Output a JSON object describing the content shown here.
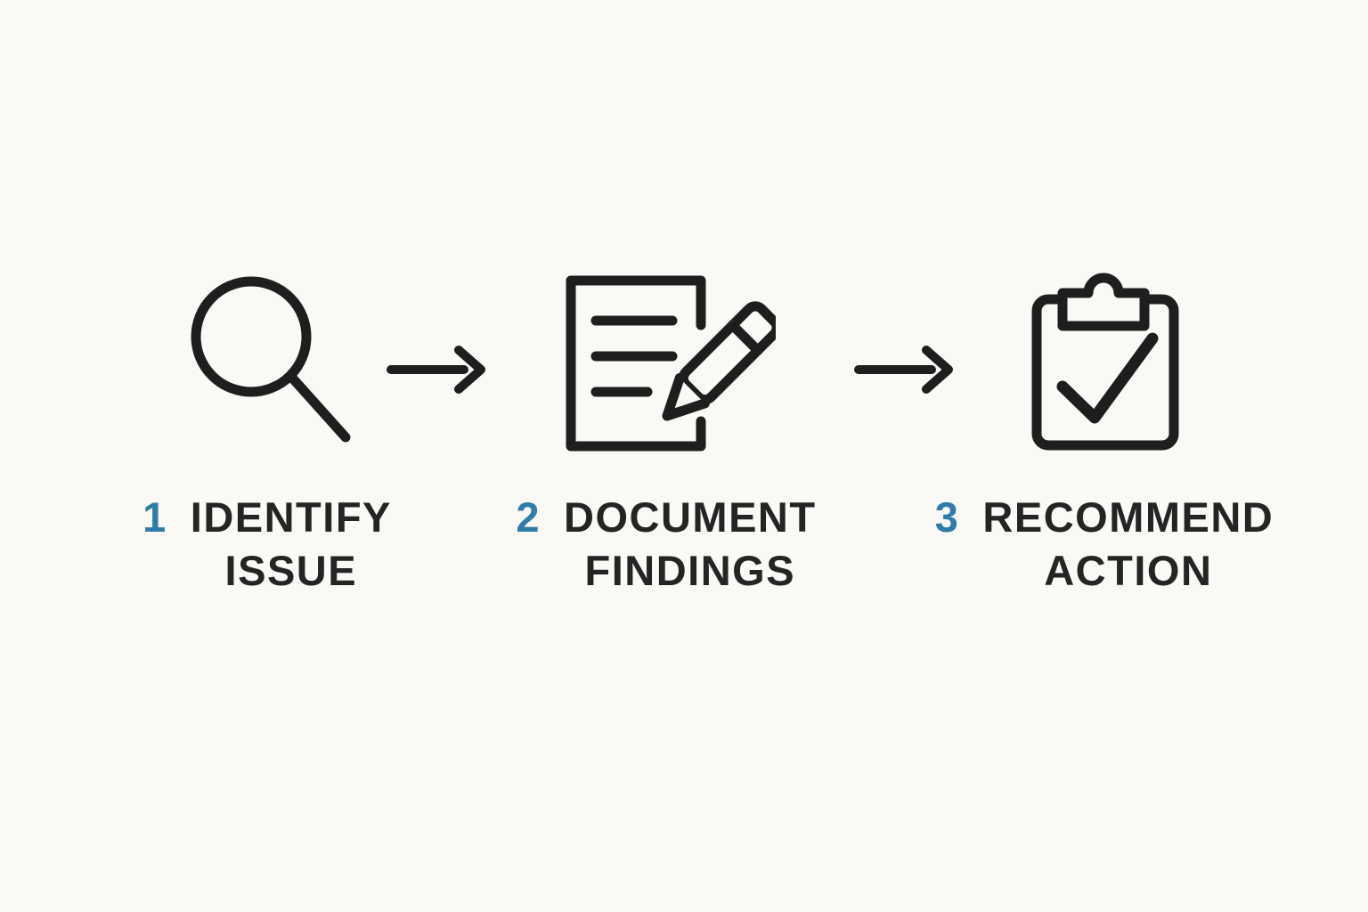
{
  "diagram": {
    "title": "three-step process flow",
    "background_color": "#FAF9F5",
    "icon_stroke_color": "#1E1E1E",
    "text_color": "#242424",
    "number_accent_color": "#2F7CA8",
    "steps": [
      {
        "number": "1",
        "label_line1": "IDENTIFY",
        "label_line2": "ISSUE",
        "icon": "magnifier-icon"
      },
      {
        "number": "2",
        "label_line1": "DOCUMENT",
        "label_line2": "FINDINGS",
        "icon": "document-pencil-icon"
      },
      {
        "number": "3",
        "label_line1": "RECOMMEND",
        "label_line2": "ACTION",
        "icon": "clipboard-check-icon"
      }
    ],
    "connectors": [
      {
        "type": "arrow-right"
      },
      {
        "type": "arrow-right"
      }
    ]
  }
}
